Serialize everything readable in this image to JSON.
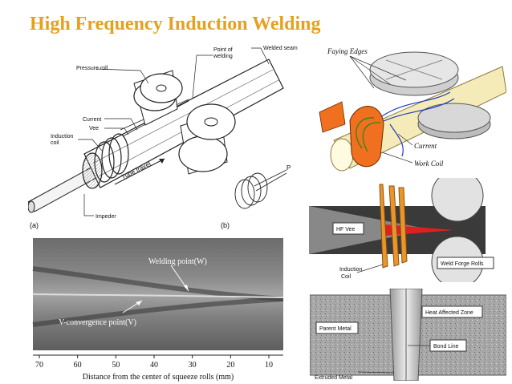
{
  "slide": {
    "title": "High Frequency Induction Welding",
    "title_color": "#E6A01E"
  },
  "diagram_ab": {
    "pressure_roll": "Pressure roll",
    "point_of_welding_1": "Point of",
    "point_of_welding_2": "welding",
    "welded_seam": "Welded seam",
    "current": "Current",
    "vee": "Vee",
    "induction_coil_1": "Induction",
    "induction_coil_2": "coil",
    "tube_travel": "Tube travel",
    "impeder": "Impeder",
    "label_a": "(a)",
    "label_b": "(b)",
    "label_p": "P"
  },
  "diagram_faying": {
    "faying_edges": "Faying Edges",
    "current": "Current",
    "work_coil": "Work Coil",
    "pipe_color": "#F5EBB8",
    "coil_color": "#F07020"
  },
  "photo": {
    "welding_point": "Welding point(W)",
    "v_convergence": "V-convergence point(V)",
    "axis_ticks": [
      "70",
      "60",
      "50",
      "40",
      "30",
      "20",
      "10"
    ],
    "axis_label": "Distance from the center of squeeze rolls (mm)"
  },
  "diagram_vee": {
    "hf_vee": "HF Vee",
    "induction_coil_1": "Induction",
    "induction_coil_2": "Coil",
    "weld_forge_rolls": "Weld Forge Rolls",
    "coil_color": "#E8962A",
    "vee_color": "#E02020"
  },
  "diagram_cross": {
    "heat_affected_zone": "Heat Affected Zone",
    "parent_metal": "Parent Metal",
    "bond_line": "Bond Line",
    "extruded_metal": "Extruded Metal"
  }
}
